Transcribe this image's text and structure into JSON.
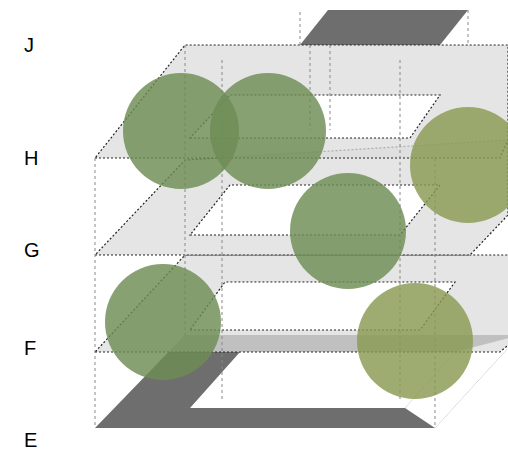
{
  "diagram": {
    "labels": [
      "J",
      "H",
      "G",
      "F",
      "E"
    ]
  }
}
